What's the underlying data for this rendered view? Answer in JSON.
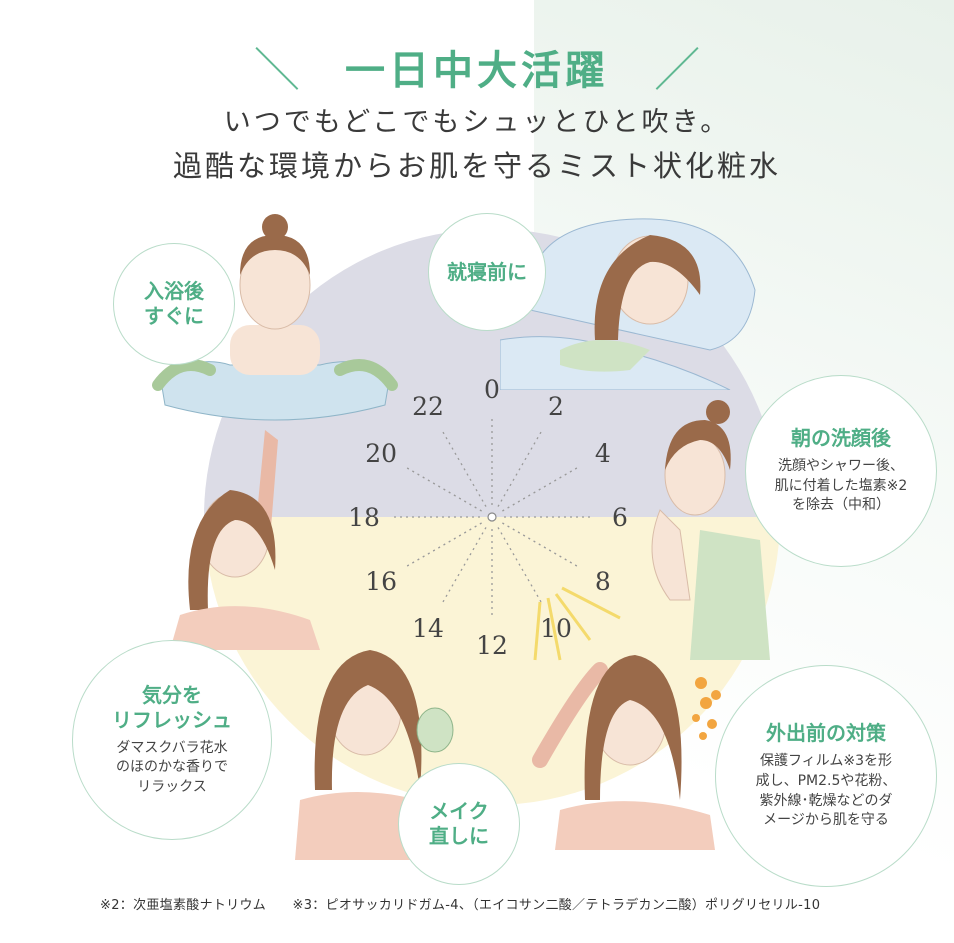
{
  "header": {
    "slash_left": "＼",
    "title": "一日中大活躍",
    "slash_right": "／",
    "subtitle_1": "いつでもどこでもシュッとひと吹き。",
    "subtitle_2": "過酷な環境からお肌を守るミスト状化粧水"
  },
  "clock": {
    "hours": [
      "0",
      "2",
      "4",
      "6",
      "8",
      "10",
      "12",
      "14",
      "16",
      "18",
      "20",
      "22"
    ],
    "night_color": "#dcdce6",
    "day_color": "#fbf4d6"
  },
  "bubbles": {
    "bath": {
      "title": "入浴後\nすぐに"
    },
    "bedtime": {
      "title": "就寝前に"
    },
    "morning": {
      "title": "朝の洗顔後",
      "desc": "洗顔やシャワー後、\n肌に付着した塩素※2\nを除去（中和）"
    },
    "refresh": {
      "title": "気分を\nリフレッシュ",
      "desc": "ダマスクバラ花水\nのほのかな香りで\nリラックス"
    },
    "makeup": {
      "title": "メイク\n直しに"
    },
    "outing": {
      "title": "外出前の対策",
      "desc": "保護フィルム※3を形\n成し、PM2.5や花粉、\n紫外線･乾燥などのダ\nメージから肌を守る"
    }
  },
  "footnotes": {
    "note2": "※2：次亜塩素酸ナトリウム",
    "note3": "※3：ピオサッカリドガム-4、（エイコサン二酸／テトラデカン二酸）ポリグリセリル-10"
  },
  "colors": {
    "accent": "#4fae86",
    "bubble_border": "#b9dcc9",
    "hair": "#9a6a4a",
    "skin": "#f7e4d6"
  }
}
